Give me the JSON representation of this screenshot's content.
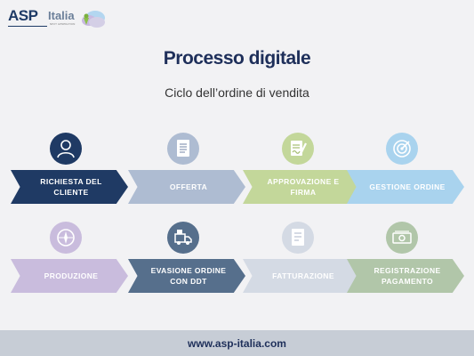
{
  "logo": {
    "asp": "ASP",
    "italia": "Italia",
    "tagline": "NEXT GENERATION"
  },
  "header": {
    "title": "Processo digitale",
    "subtitle": "Ciclo dell’ordine di vendita"
  },
  "steps": [
    {
      "label": "RICHIESTA DEL CLIENTE",
      "icon": "user-icon",
      "color": "#1f3a64"
    },
    {
      "label": "OFFERTA",
      "icon": "document-icon",
      "color": "#aebcd2"
    },
    {
      "label": "APPROVAZIONE E FIRMA",
      "icon": "signature-icon",
      "color": "#c3d79a"
    },
    {
      "label": "GESTIONE ORDINE",
      "icon": "target-icon",
      "color": "#a9d3ee"
    },
    {
      "label": "PRODUZIONE",
      "icon": "compass-icon",
      "color": "#c9bcdd"
    },
    {
      "label": "EVASIONE ORDINE CON DDT",
      "icon": "delivery-truck-icon",
      "color": "#566f8c"
    },
    {
      "label": "FATTURAZIONE",
      "icon": "invoice-icon",
      "color": "#d4dae4"
    },
    {
      "label": "REGISTRAZIONE PAGAMENTO",
      "icon": "banknote-icon",
      "color": "#b1c6a9"
    }
  ],
  "footer": {
    "url": "www.asp-italia.com"
  }
}
